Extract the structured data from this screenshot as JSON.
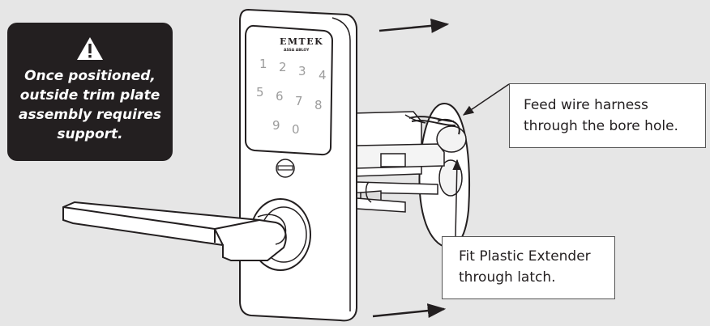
{
  "warning": {
    "text": "Once positioned,\noutside trim plate\nassembly requires\nsupport.",
    "icon": "warning-triangle-icon"
  },
  "callouts": {
    "wire_harness": "Feed wire harness\nthrough the bore hole.",
    "plastic_extender": "Fit Plastic Extender\nthrough latch."
  },
  "lock": {
    "brand": "EMTEK",
    "sub_brand": "ASSA ABLOY",
    "keypad_digits": [
      "1",
      "2",
      "3",
      "4",
      "5",
      "6",
      "7",
      "8",
      "9",
      "0"
    ]
  },
  "colors": {
    "background": "#e6e6e6",
    "warning_box": "#231f20",
    "line": "#231f20",
    "callout_fill": "#ffffff"
  }
}
